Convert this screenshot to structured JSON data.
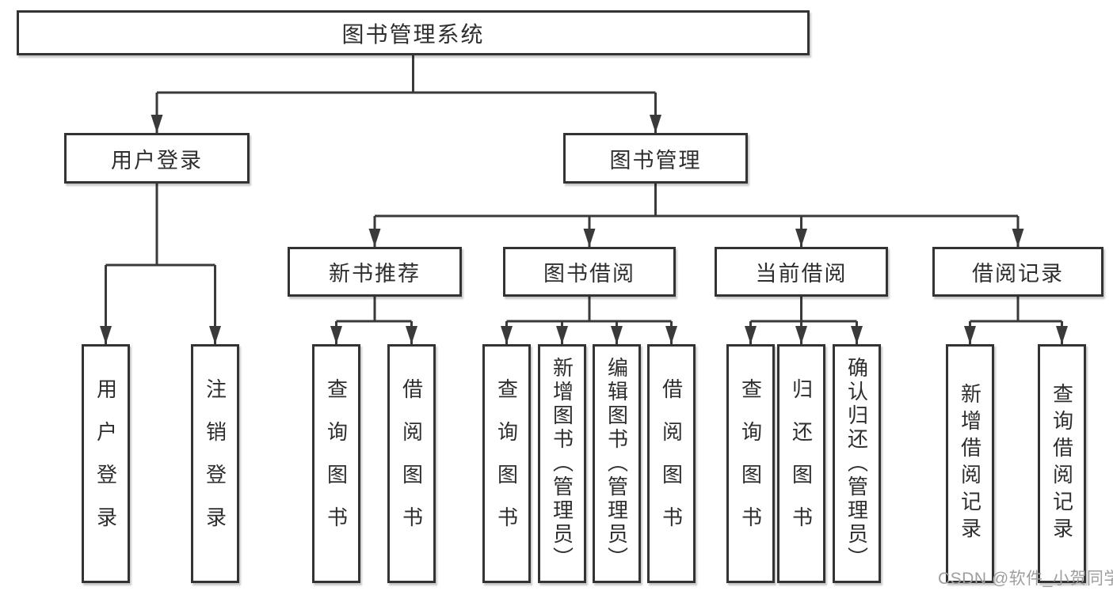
{
  "diagram_type": "hierarchy-tree",
  "tree": {
    "label": "图书管理系统",
    "children": [
      {
        "label": "用户登录",
        "children": [
          {
            "label": "用户登录"
          },
          {
            "label": "注销登录"
          }
        ]
      },
      {
        "label": "图书管理",
        "children": [
          {
            "label": "新书推荐",
            "children": [
              {
                "label": "查询图书"
              },
              {
                "label": "借阅图书"
              }
            ]
          },
          {
            "label": "图书借阅",
            "children": [
              {
                "label": "查询图书"
              },
              {
                "label": "新增图书（管理员）"
              },
              {
                "label": "编辑图书（管理员）"
              },
              {
                "label": "借阅图书"
              }
            ]
          },
          {
            "label": "当前借阅",
            "children": [
              {
                "label": "查询图书"
              },
              {
                "label": "归还图书"
              },
              {
                "label": "确认归还（管理员）"
              }
            ]
          },
          {
            "label": "借阅记录",
            "children": [
              {
                "label": "新增借阅记录"
              },
              {
                "label": "查询借阅记录"
              }
            ]
          }
        ]
      }
    ]
  },
  "watermark": {
    "text": "CSDN @软件_小贺同学"
  },
  "colors": {
    "line": "#3a3a3a",
    "box_border": "#333333",
    "text": "#2e2e2e",
    "watermark": "#9e9e9e",
    "background": "#ffffff"
  }
}
